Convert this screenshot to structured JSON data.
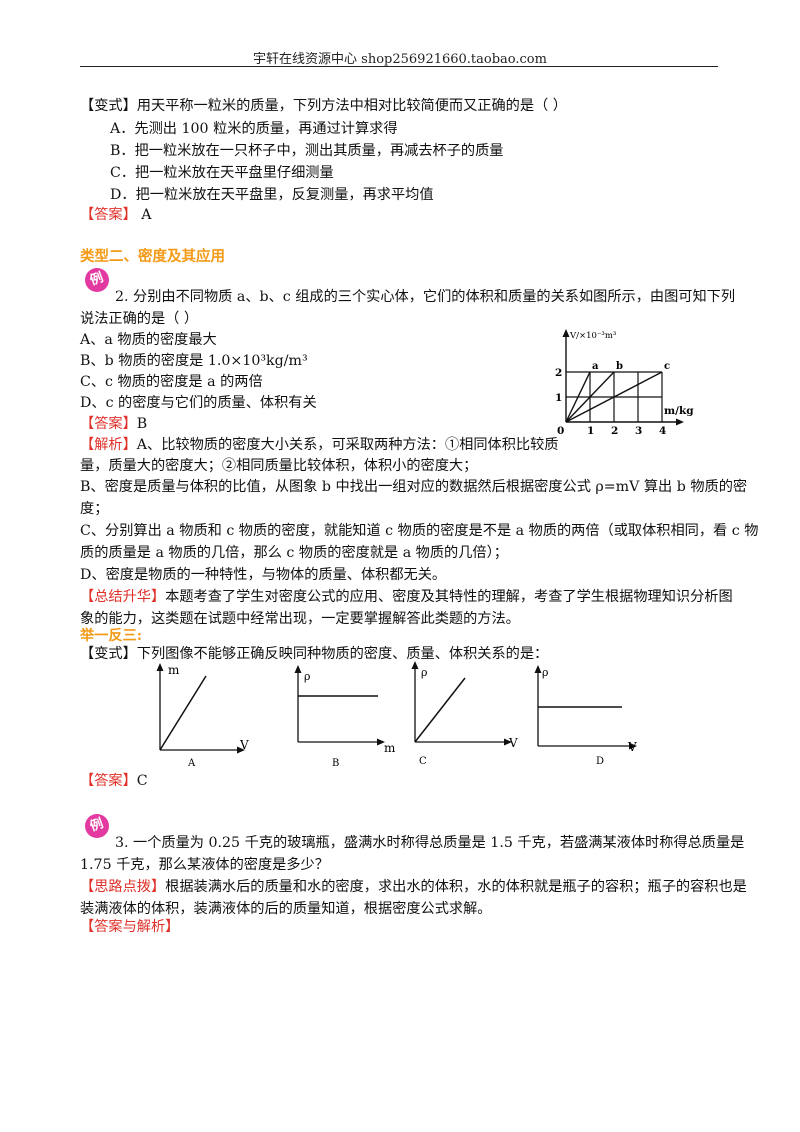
{
  "header": {
    "text": "宇轩在线资源中心   shop256921660.taobao.com"
  },
  "variant1": {
    "tag": "【变式】",
    "question": "用天平称一粒米的质量，下列方法中相对比较简便而又正确的是（   ）",
    "options": [
      "A．先测出 100 粒米的质量，再通过计算求得",
      "B．把一粒米放在一只杯子中，测出其质量，再减去杯子的质量",
      "C．把一粒米放在天平盘里仔细测量",
      "D．把一粒米放在天平盘里，反复测量，再求平均值"
    ],
    "answer_tag": "【答案】",
    "answer": "A"
  },
  "section2": {
    "title": "类型二、密度及其应用",
    "badge": "例"
  },
  "q2": {
    "stem_line1": "2.   分别由不同物质 a、b、c  组成的三个实心体，它们的体积和质量的关系如图所示，由图可知下列",
    "stem_line2": "说法正确的是（        ）",
    "options": [
      "A、a 物质的密度最大",
      "B、b 物质的密度是 1.0×10³kg/m³",
      "C、c 物质的密度是 a 的两倍",
      "D、c 的密度与它们的质量、体积有关"
    ],
    "answer_tag": "【答案】",
    "answer": "B",
    "analysis_tag": "【解析】",
    "analysis": [
      "A、比较物质的密度大小关系，可采取两种方法：①相同体积比较质",
      "量，质量大的密度大；②相同质量比较体积，体积小的密度大；",
      "B、密度是质量与体积的比值，从图象 b 中找出一组对应的数据然后根据密度公式 ρ=mV 算出 b 物质的密",
      "度；",
      "C、分别算出 a 物质和 c 物质的密度，就能知道 c 物质的密度是不是 a 物质的两倍（或取体积相同，看 c 物",
      "质的质量是 a 物质的几倍，那么 c 物质的密度就是 a 物质的几倍）；",
      "D、密度是物质的一种特性，与物体的质量、体积都无关。"
    ],
    "summary_tag": "【总结升华】",
    "summary": [
      "本题考查了学生对密度公式的应用、密度及其特性的理解，考查了学生根据物理知识分析图",
      "象的能力，这类题在试题中经常出现，一定要掌握解答此类题的方法。"
    ]
  },
  "chart_data": {
    "type": "line",
    "ylabel": "V/×10⁻³m³",
    "xlabel": "m/kg",
    "x_ticks": [
      "0",
      "1",
      "2",
      "3",
      "4"
    ],
    "y_ticks": [
      "1",
      "2"
    ],
    "xlim": [
      0,
      4
    ],
    "ylim": [
      0,
      2
    ],
    "grid": true,
    "series": [
      {
        "name": "a",
        "points": [
          [
            0,
            0
          ],
          [
            1,
            2
          ]
        ]
      },
      {
        "name": "b",
        "points": [
          [
            0,
            0
          ],
          [
            2,
            2
          ]
        ]
      },
      {
        "name": "c",
        "points": [
          [
            0,
            0
          ],
          [
            4,
            2
          ]
        ]
      }
    ]
  },
  "practice": {
    "title": "举一反三:",
    "tag": "【变式】",
    "question": "下列图像不能够正确反映同种物质的密度、质量、体积关系的是：",
    "graphs": [
      {
        "label": "A",
        "y": "m",
        "x": "V"
      },
      {
        "label": "B",
        "y": "ρ",
        "x": "m"
      },
      {
        "label": "C",
        "y": "ρ",
        "x": "V"
      },
      {
        "label": "D",
        "y": "ρ",
        "x": "V"
      }
    ],
    "answer_tag": "【答案】",
    "answer": "C"
  },
  "q3": {
    "badge": "例",
    "stem_line1": "3.   一个质量为 0.25 千克的玻璃瓶，盛满水时称得总质量是 1.5 千克，若盛满某液体时称得总质量是",
    "stem_line2": "1.75 千克，那么某液体的密度是多少？",
    "hint_tag": "【思路点拨】",
    "hint": [
      "根据装满水后的质量和水的密度，求出水的体积，水的体积就是瓶子的容积；瓶子的容积也是",
      "装满液体的体积，装满液体的后的质量知道，根据密度公式求解。"
    ],
    "answer_tag": "【答案与解析】"
  }
}
